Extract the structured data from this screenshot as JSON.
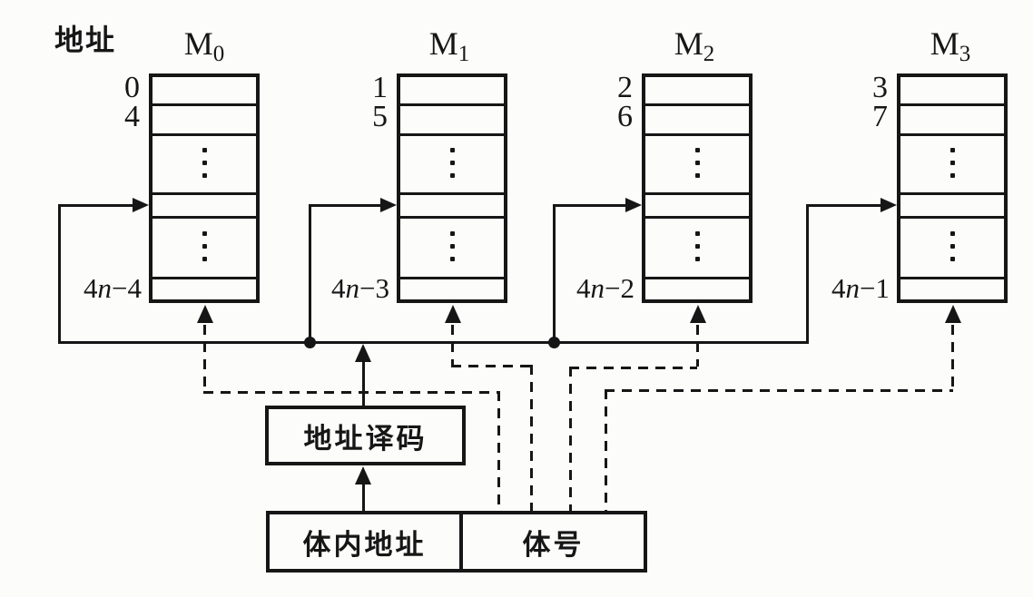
{
  "diagram": {
    "address_label": "地址",
    "banks": [
      {
        "name": "M0",
        "label": {
          "base": "M",
          "sub": "0"
        },
        "addresses": [
          "0",
          "4"
        ],
        "last_address": {
          "coef": "4",
          "var": "n",
          "rest": "−4"
        }
      },
      {
        "name": "M1",
        "label": {
          "base": "M",
          "sub": "1"
        },
        "addresses": [
          "1",
          "5"
        ],
        "last_address": {
          "coef": "4",
          "var": "n",
          "rest": "−3"
        }
      },
      {
        "name": "M2",
        "label": {
          "base": "M",
          "sub": "2"
        },
        "addresses": [
          "2",
          "6"
        ],
        "last_address": {
          "coef": "4",
          "var": "n",
          "rest": "−2"
        }
      },
      {
        "name": "M3",
        "label": {
          "base": "M",
          "sub": "3"
        },
        "addresses": [
          "3",
          "7"
        ],
        "last_address": {
          "coef": "4",
          "var": "n",
          "rest": "−1"
        }
      }
    ],
    "decoder_label": "地址译码",
    "address_register": {
      "bank_internal_address_label": "体内地址",
      "bank_number_label": "体号"
    },
    "colors": {
      "ink": "#161616",
      "paper": "#fcfcfb"
    }
  }
}
